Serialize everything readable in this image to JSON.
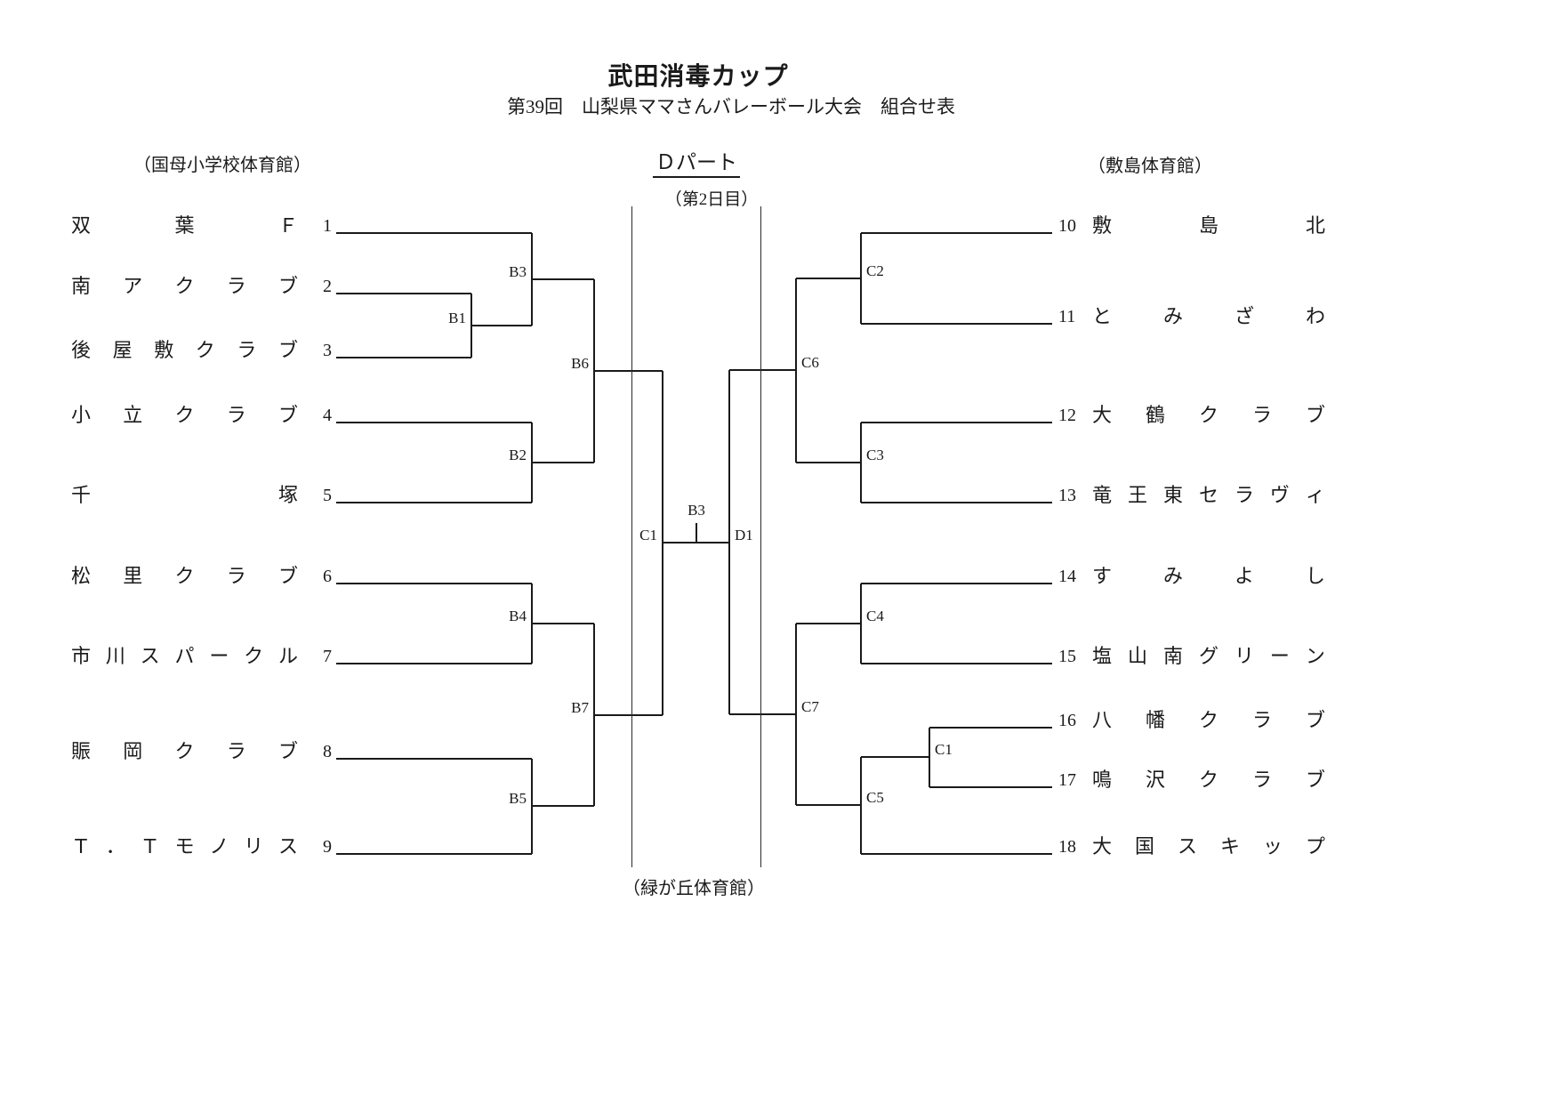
{
  "header": {
    "title": "武田消毒カップ",
    "subtitle": "第39回　山梨県ママさんバレーボール大会　組合せ表"
  },
  "part": {
    "label": "Ｄパート",
    "day": "（第2日目）"
  },
  "venues": {
    "left": "（国母小学校体育館）",
    "right": "（敷島体育館）",
    "bottom": "（緑が丘体育館）"
  },
  "teams": {
    "left": [
      {
        "seed": "1",
        "name": "双葉Ｆ"
      },
      {
        "seed": "2",
        "name": "南アクラブ"
      },
      {
        "seed": "3",
        "name": "後屋敷クラブ"
      },
      {
        "seed": "4",
        "name": "小立クラブ"
      },
      {
        "seed": "5",
        "name": "千塚"
      },
      {
        "seed": "6",
        "name": "松里クラブ"
      },
      {
        "seed": "7",
        "name": "市川スパークル"
      },
      {
        "seed": "8",
        "name": "賑岡クラブ"
      },
      {
        "seed": "9",
        "name": "Ｔ．Ｔモノリス"
      }
    ],
    "right": [
      {
        "seed": "10",
        "name": "敷島北"
      },
      {
        "seed": "11",
        "name": "とみざわ"
      },
      {
        "seed": "12",
        "name": "大鶴クラブ"
      },
      {
        "seed": "13",
        "name": "竜王東セラヴィ"
      },
      {
        "seed": "14",
        "name": "すみよし"
      },
      {
        "seed": "15",
        "name": "塩山南グリーン"
      },
      {
        "seed": "16",
        "name": "八幡クラブ"
      },
      {
        "seed": "17",
        "name": "鳴沢クラブ"
      },
      {
        "seed": "18",
        "name": "大国スキップ"
      }
    ]
  },
  "matches": [
    {
      "id": "b1",
      "code": "B1"
    },
    {
      "id": "b2",
      "code": "B2"
    },
    {
      "id": "b3",
      "code": "B3"
    },
    {
      "id": "b4",
      "code": "B4"
    },
    {
      "id": "b5",
      "code": "B5"
    },
    {
      "id": "b6",
      "code": "B6"
    },
    {
      "id": "b7",
      "code": "B7"
    },
    {
      "id": "c1-left",
      "code": "C1"
    },
    {
      "id": "d1",
      "code": "D1"
    },
    {
      "id": "c2",
      "code": "C2"
    },
    {
      "id": "c3",
      "code": "C3"
    },
    {
      "id": "c4",
      "code": "C4"
    },
    {
      "id": "c5",
      "code": "C5"
    },
    {
      "id": "c6",
      "code": "C6"
    },
    {
      "id": "c7",
      "code": "C7"
    },
    {
      "id": "c1-right",
      "code": "C1"
    },
    {
      "id": "final",
      "code": "B3"
    }
  ],
  "colors": {
    "ink": "#1a1a1a",
    "background": "#ffffff"
  }
}
